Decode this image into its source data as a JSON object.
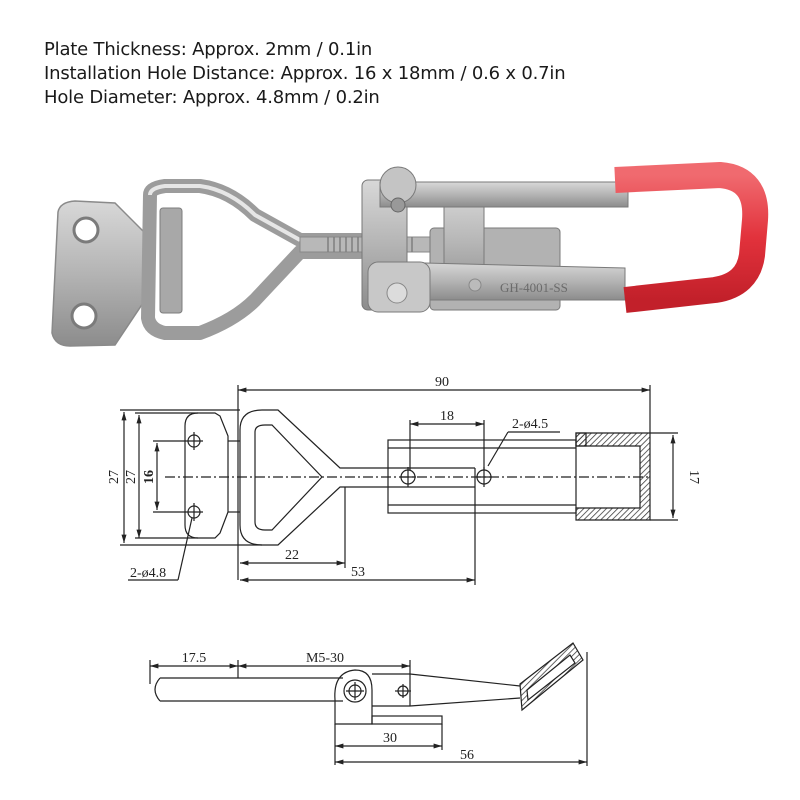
{
  "specs": {
    "lines": [
      "Plate Thickness: Approx. 2mm / 0.1in",
      "Installation Hole Distance: Approx. 16 x 18mm / 0.6 x 0.7in",
      "Hole Diameter: Approx. 4.8mm / 0.2in"
    ]
  },
  "product_photo": {
    "model_marking": "GH-4001-SS",
    "colors": {
      "steel": "#b9b9b9",
      "steel_dark": "#8a8a8a",
      "handle_grip": "#e0303b"
    }
  },
  "top_view": {
    "dim_overall_length": "90",
    "dim_hole_spacing_x": "18",
    "dim_hole_spacing_y": "16",
    "dim_plate_width_outer": "27",
    "dim_plate_width_inner": "27",
    "dim_handle_width": "17",
    "dim_loop_length": "22",
    "dim_to_hook": "53",
    "label_mount_holes": "2-ø4.8",
    "label_latch_holes": "2-ø4.5"
  },
  "side_view": {
    "dim_hook_tip": "17.5",
    "dim_thread": "M5-30",
    "dim_base": "30",
    "dim_total_height": "56"
  }
}
